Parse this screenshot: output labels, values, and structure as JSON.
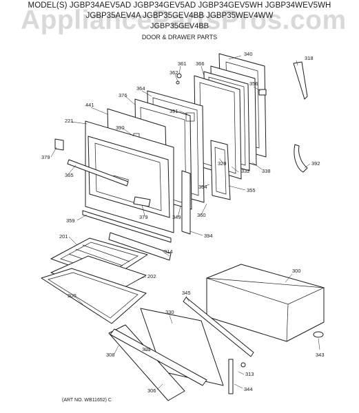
{
  "header": {
    "models_line1": "MODEL(S) JGBP34AEV5AD  JGBP34GEV5AD  JGBP34GEV5WH  JGBP34WEV5WH",
    "models_line2": "JGBP35AEV4A  JGBP35GEV4BB  JGBP35WEV4WW",
    "models_line3": "JGBP35GEV4BB",
    "section_title": "DOOR & DRAWER PARTS"
  },
  "watermark": "AppliancePartsPros.com",
  "art_number": "(ART NO. WB11652) C",
  "part_labels": {
    "p340": "340",
    "p318": "318",
    "p361": "361",
    "p362": "362",
    "p366": "366",
    "p356": "356",
    "p364": "364",
    "p376": "376",
    "p391": "391",
    "p441": "441",
    "p221": "221",
    "p390": "390",
    "p379a": "379",
    "p329": "329",
    "p332": "332",
    "p338": "338",
    "p392": "392",
    "p365": "365",
    "p354": "354",
    "p355": "355",
    "p360": "360",
    "p359": "359",
    "p379b": "379",
    "p349": "349",
    "p394": "394",
    "p201": "201",
    "p314": "314",
    "p202": "202",
    "p300": "300",
    "p200": "200",
    "p345": "345",
    "p330": "330",
    "p308": "308",
    "p309": "309",
    "p306": "306",
    "p313": "313",
    "p344": "344",
    "p343": "343"
  }
}
